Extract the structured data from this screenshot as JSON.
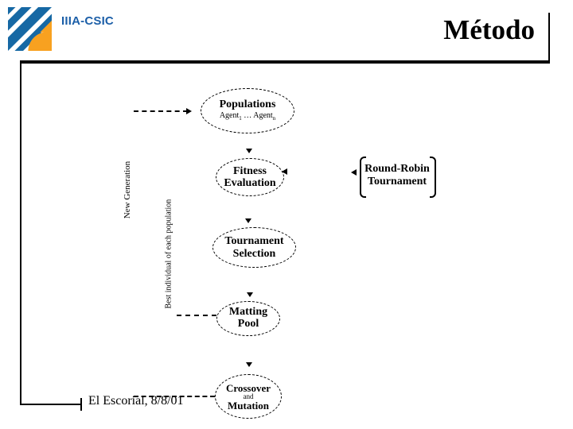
{
  "slide": {
    "logo_text": "IIIA-CSIC",
    "title": "Método",
    "footer": "El Escorial, 8/8/01"
  },
  "colors": {
    "logo_blue": "#1668A4",
    "logo_orange": "#F8A120",
    "brand_blue": "#1C5FA8",
    "ink": "#000000",
    "background": "#FFFFFF"
  },
  "diagram": {
    "populations": {
      "label": "Populations",
      "agent_a": "Agent",
      "agent_a_sub": "1",
      "dots": "…",
      "agent_b": "Agent",
      "agent_b_sub": "n"
    },
    "fitness": {
      "line1": "Fitness",
      "line2": "Evaluation"
    },
    "round_robin": {
      "line1": "Round-Robin",
      "line2": "Tournament"
    },
    "tournament": {
      "line1": "Tournament",
      "line2": "Selection"
    },
    "matting": {
      "line1": "Matting",
      "line2": "Pool"
    },
    "crossover": {
      "line1": "Crossover",
      "line2": "and",
      "line3": "Mutation"
    },
    "side_labels": {
      "new_generation": "New Generation",
      "best_individual": "Best individual of each population"
    }
  }
}
